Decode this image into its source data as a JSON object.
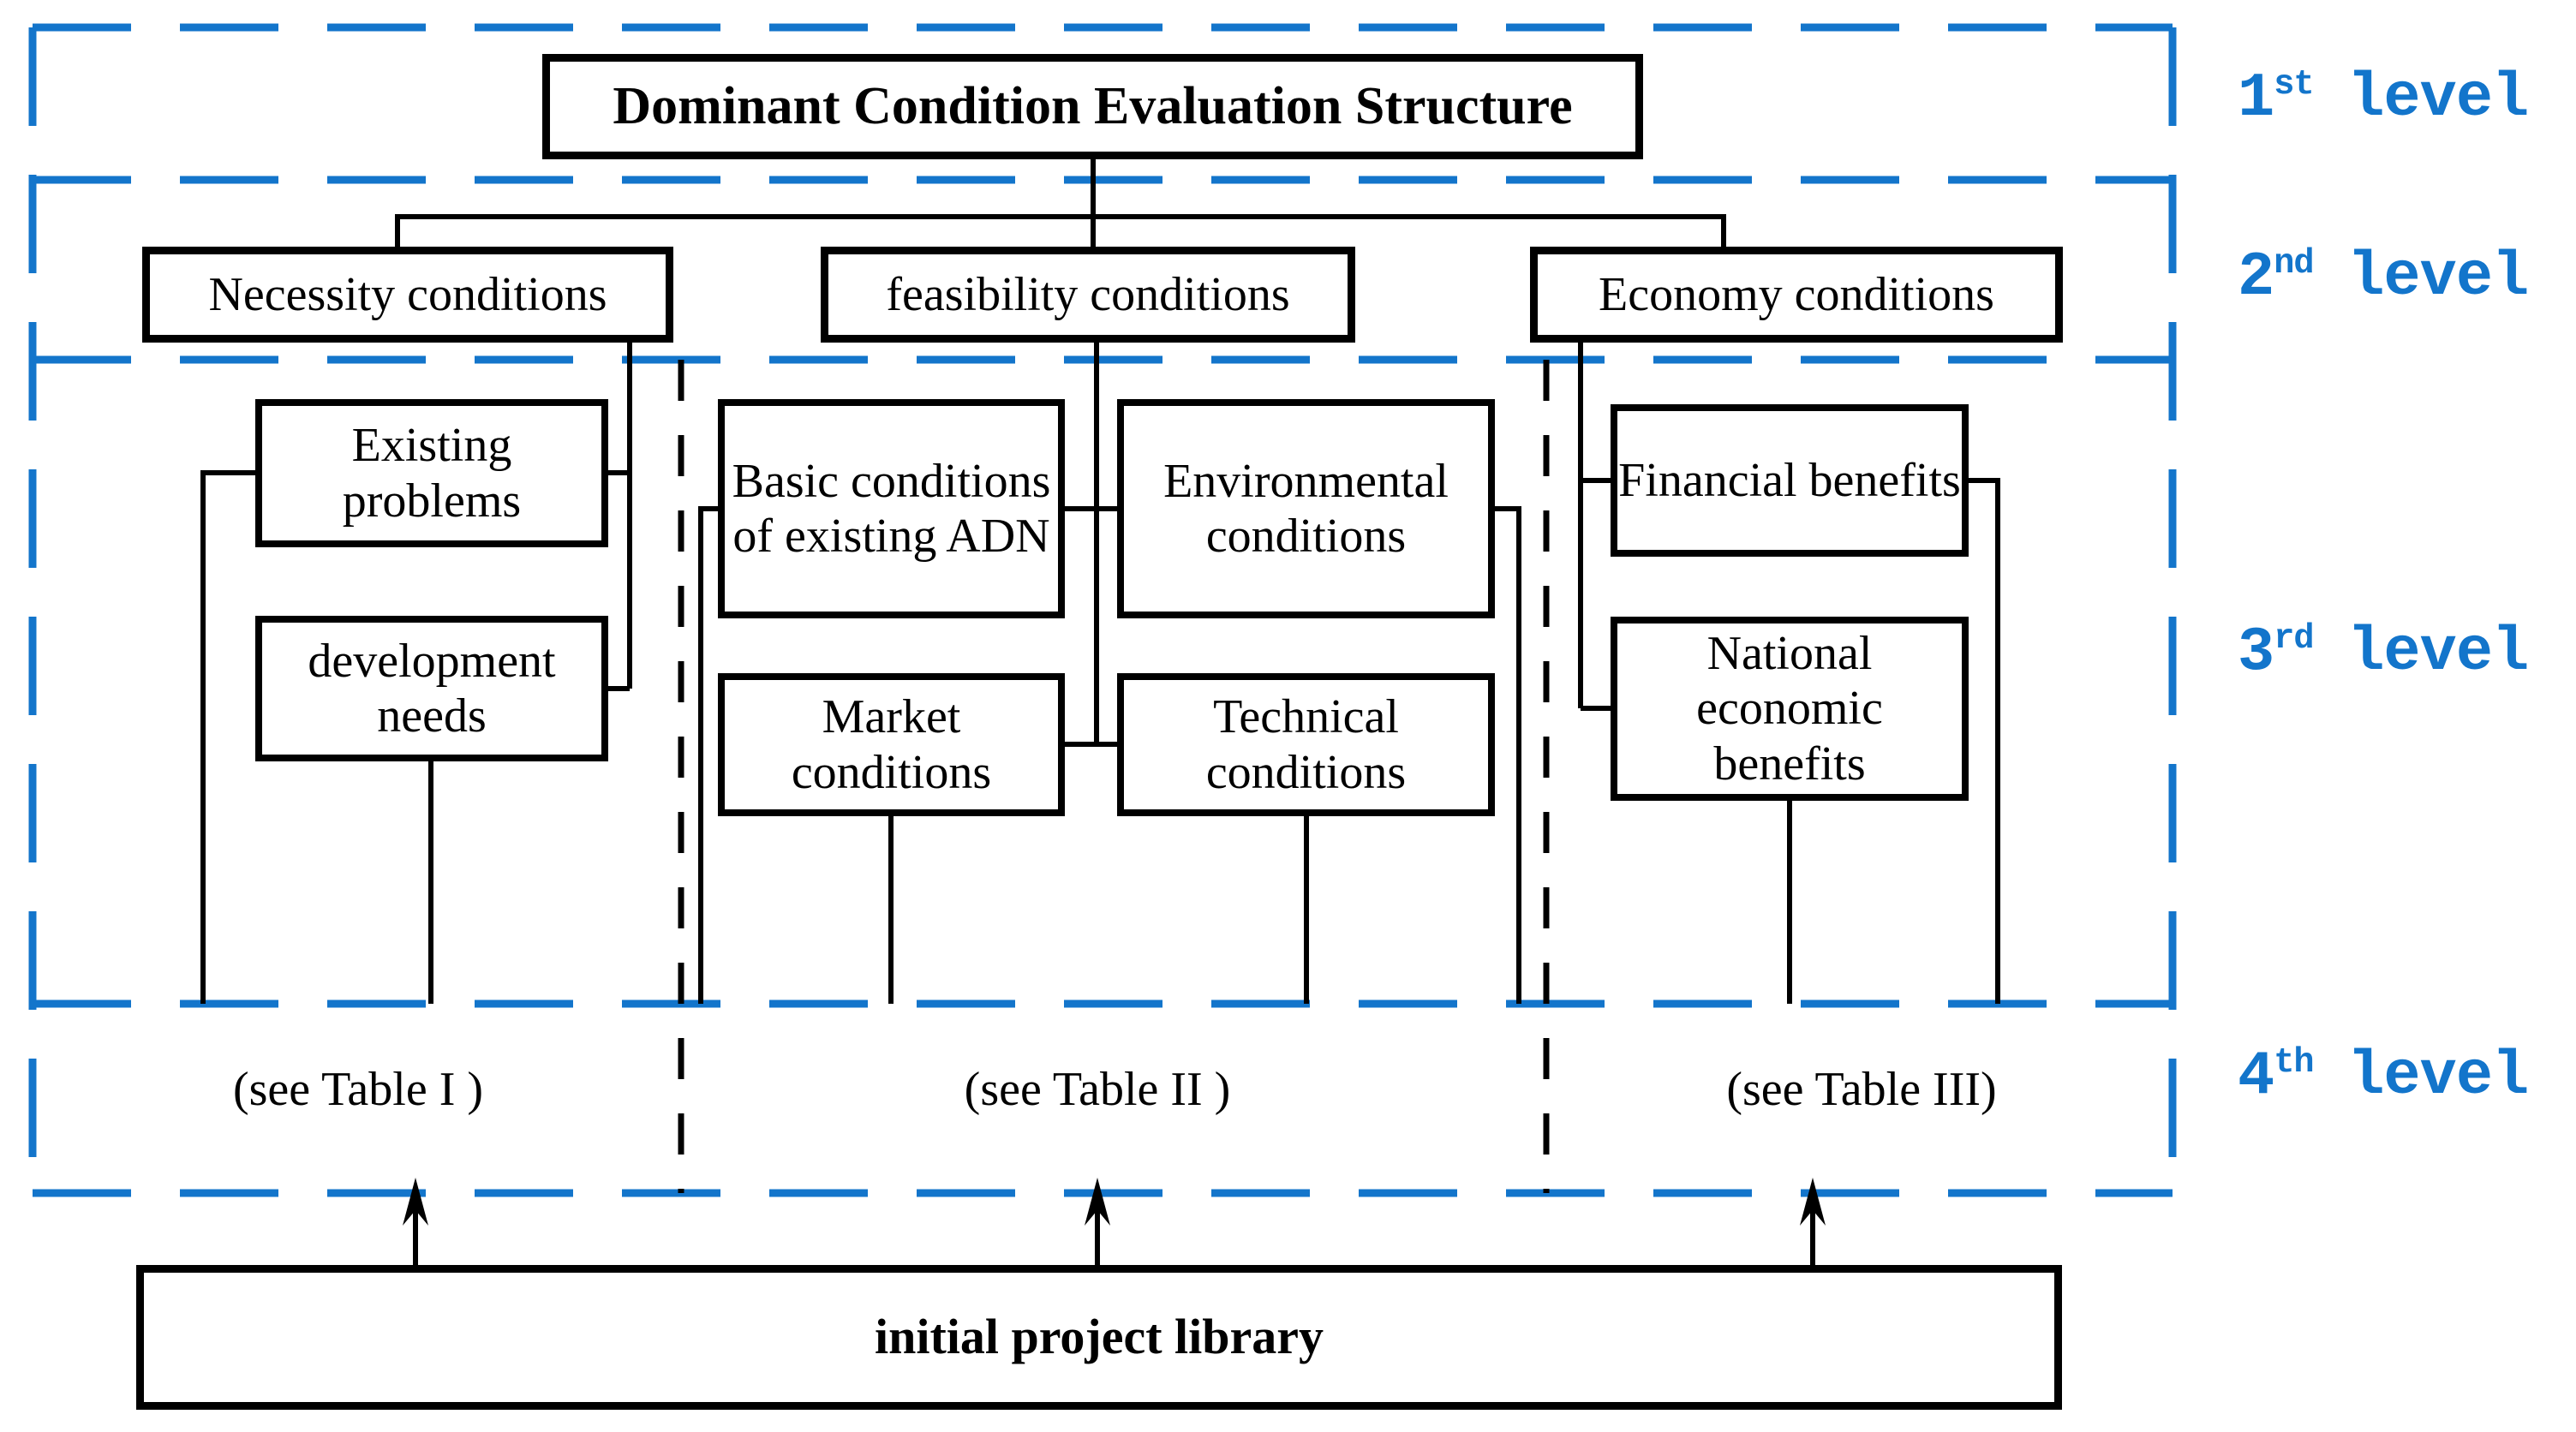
{
  "colors": {
    "accent_blue": "#1375cb",
    "line_black": "#000000",
    "background": "#ffffff"
  },
  "title_box": {
    "label": "Dominant Condition Evaluation Structure"
  },
  "level_labels": [
    {
      "num": "1",
      "suffix": "st",
      "word": "level"
    },
    {
      "num": "2",
      "suffix": "nd",
      "word": "level"
    },
    {
      "num": "3",
      "suffix": "rd",
      "word": "level"
    },
    {
      "num": "4",
      "suffix": "th",
      "word": "level"
    }
  ],
  "level2_boxes": [
    {
      "label": "Necessity conditions"
    },
    {
      "label": "feasibility conditions"
    },
    {
      "label": "Economy conditions"
    }
  ],
  "level3_boxes": {
    "necessity": [
      {
        "label": "Existing problems"
      },
      {
        "label": "development needs"
      }
    ],
    "feasibility": [
      {
        "label": "Basic conditions of existing ADN"
      },
      {
        "label": "Environmental conditions"
      },
      {
        "label": "Market conditions"
      },
      {
        "label": "Technical conditions"
      }
    ],
    "economy": [
      {
        "label": "Financial benefits"
      },
      {
        "label": "National economic benefits"
      }
    ]
  },
  "level4_notes": [
    {
      "label": "(see Table I )"
    },
    {
      "label": "(see Table II )"
    },
    {
      "label": "(see Table III)"
    }
  ],
  "bottom_box": {
    "label": "initial project library"
  }
}
